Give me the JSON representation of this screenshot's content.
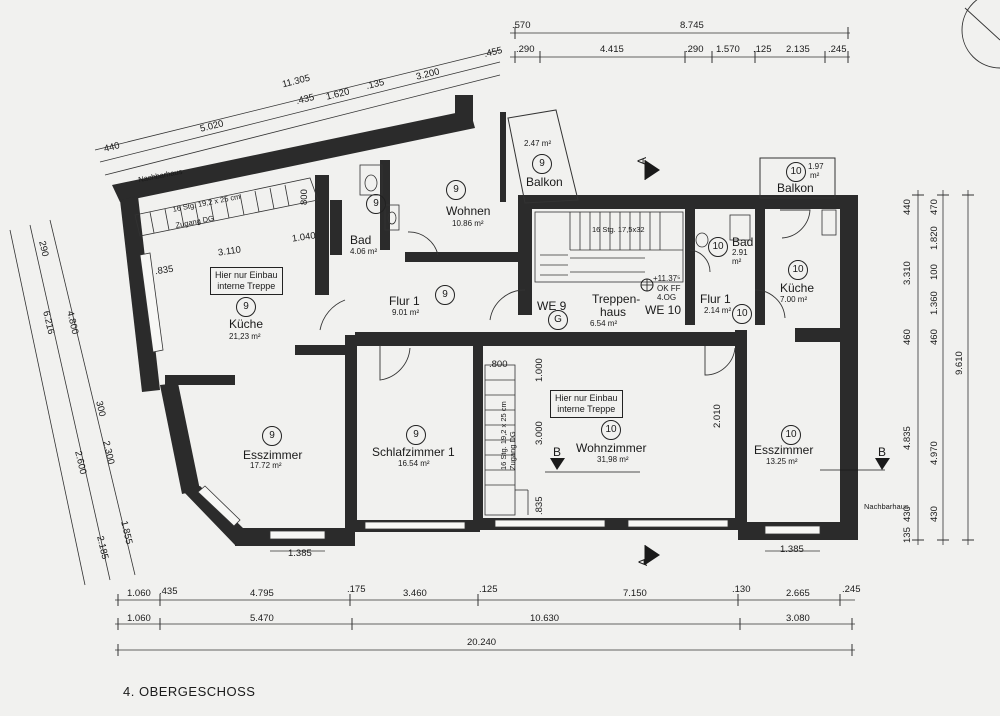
{
  "title": "4. OBERGESCHOSS",
  "rooms": {
    "wohnen": {
      "name": "Wohnen",
      "area": "10.86 m²",
      "unit": "9"
    },
    "bad9": {
      "name": "Bad",
      "area": "4.06 m²",
      "unit": "9"
    },
    "kueche9": {
      "name": "Küche",
      "area": "21,23 m²",
      "unit": "9"
    },
    "flur1_9": {
      "name": "Flur 1",
      "area": "9.01 m²",
      "unit": "9"
    },
    "treppenhaus": {
      "name_a": "Treppen-",
      "name_b": "haus",
      "area": "6.54 m²",
      "unit": "G"
    },
    "flur1_10": {
      "name": "Flur 1",
      "area": "2.14 m²",
      "unit": "10"
    },
    "bad10": {
      "name": "Bad",
      "area_a": "2.91",
      "area_b": "m²",
      "unit": "10"
    },
    "kueche10": {
      "name": "Küche",
      "area": "7.00 m²",
      "unit": "10"
    },
    "esszimmer9": {
      "name": "Esszimmer",
      "area": "17.72 m²",
      "unit": "9"
    },
    "schlafzimmer": {
      "name": "Schlafzimmer 1",
      "area": "16.54 m²",
      "unit": "9"
    },
    "wohnzimmer": {
      "name": "Wohnzimmer",
      "area": "31,98 m²",
      "unit": "10"
    },
    "esszimmer10": {
      "name": "Esszimmer",
      "area": "13.25 m²",
      "unit": "10"
    },
    "balkon9": {
      "name": "Balkon",
      "area": "2.47 m²",
      "unit": "9"
    },
    "balkon10": {
      "name": "Balkon",
      "area_a": "1.97",
      "area_b": "m²",
      "unit": "10"
    }
  },
  "labels": {
    "nachbarhaus_left": "Nachbarhaus",
    "nachbarhaus_right": "Nachbarhaus",
    "we9": "WE 9",
    "we10": "WE 10",
    "elev": "+11.37⁵",
    "ok_ff": "OK FF",
    "og": "4.OG",
    "einbau_a_l1": "Hier nur Einbau",
    "einbau_a_l2": "interne Treppe",
    "einbau_b_l1": "Hier nur Einbau",
    "einbau_b_l2": "interne Treppe",
    "stairs_top_left": "16 Stg. 19,2 x 25 cm",
    "stairs_top_left_2": "Zugang DG",
    "stairs_center": "16 Stg. 17,5x32",
    "stairs_mid": "16 Stg. 19,2 x 25 cm",
    "stairs_mid_2": "Zugang DG",
    "section_a": "A",
    "section_b": "B"
  },
  "dims_top": {
    "top_total": "11.305",
    "seg_5020": "5.020",
    "seg_435": ".435",
    "seg_1620": "1.620",
    "seg_135": ".135",
    "seg_3200": "3.200",
    "seg_455": ".455",
    "seg_440": "440",
    "r_570": ".570",
    "r_8745": "8.745",
    "r_290a": ".290",
    "r_4415": "4.415",
    "r_290b": ".290",
    "r_1570": "1.570",
    "r_125": ".125",
    "r_2135": "2.135",
    "r_245": ".245"
  },
  "dims_bottom": {
    "b1_1060": "1.060",
    "b1_435": ".435",
    "b1_4795": "4.795",
    "b1_175": ".175",
    "b1_3460": "3.460",
    "b1_125": ".125",
    "b1_7150": "7.150",
    "b1_130": ".130",
    "b1_2665": "2.665",
    "b1_245": ".245",
    "b2_1060": "1.060",
    "b2_5470": "5.470",
    "b2_10630": "10.630",
    "b2_3080": "3.080",
    "b3_20240": "20.240",
    "w_1385a": "1.385",
    "w_1385b": "1.385"
  },
  "dims_inner": {
    "k_3110": "3.110",
    "k_1040": "1.040",
    "k_835": ".835",
    "k_800": "800",
    "w_800": ".800",
    "w_1000": "1.000",
    "w_3000": "3.000",
    "w_835": ".835",
    "e_2010": "2.010"
  },
  "dims_left": {
    "l_290": "290",
    "l_4800": "4.800",
    "l_6216": "6.216",
    "l_300": "300",
    "l_2300": "2.300",
    "l_2600": "2.600",
    "l_1855": "1.855",
    "l_2185": "2.185"
  },
  "dims_right": {
    "r_440": "440",
    "r_470": "470",
    "r_1820": "1.820",
    "r_3310": "3.310",
    "r_100": "100",
    "r_1360": "1.360",
    "r_460a": "460",
    "r_460b": "460",
    "r_9610": "9.610",
    "r_4835": "4.835",
    "r_4970": "4.970",
    "r_430a": "430",
    "r_430b": "430",
    "r_135": "135"
  }
}
